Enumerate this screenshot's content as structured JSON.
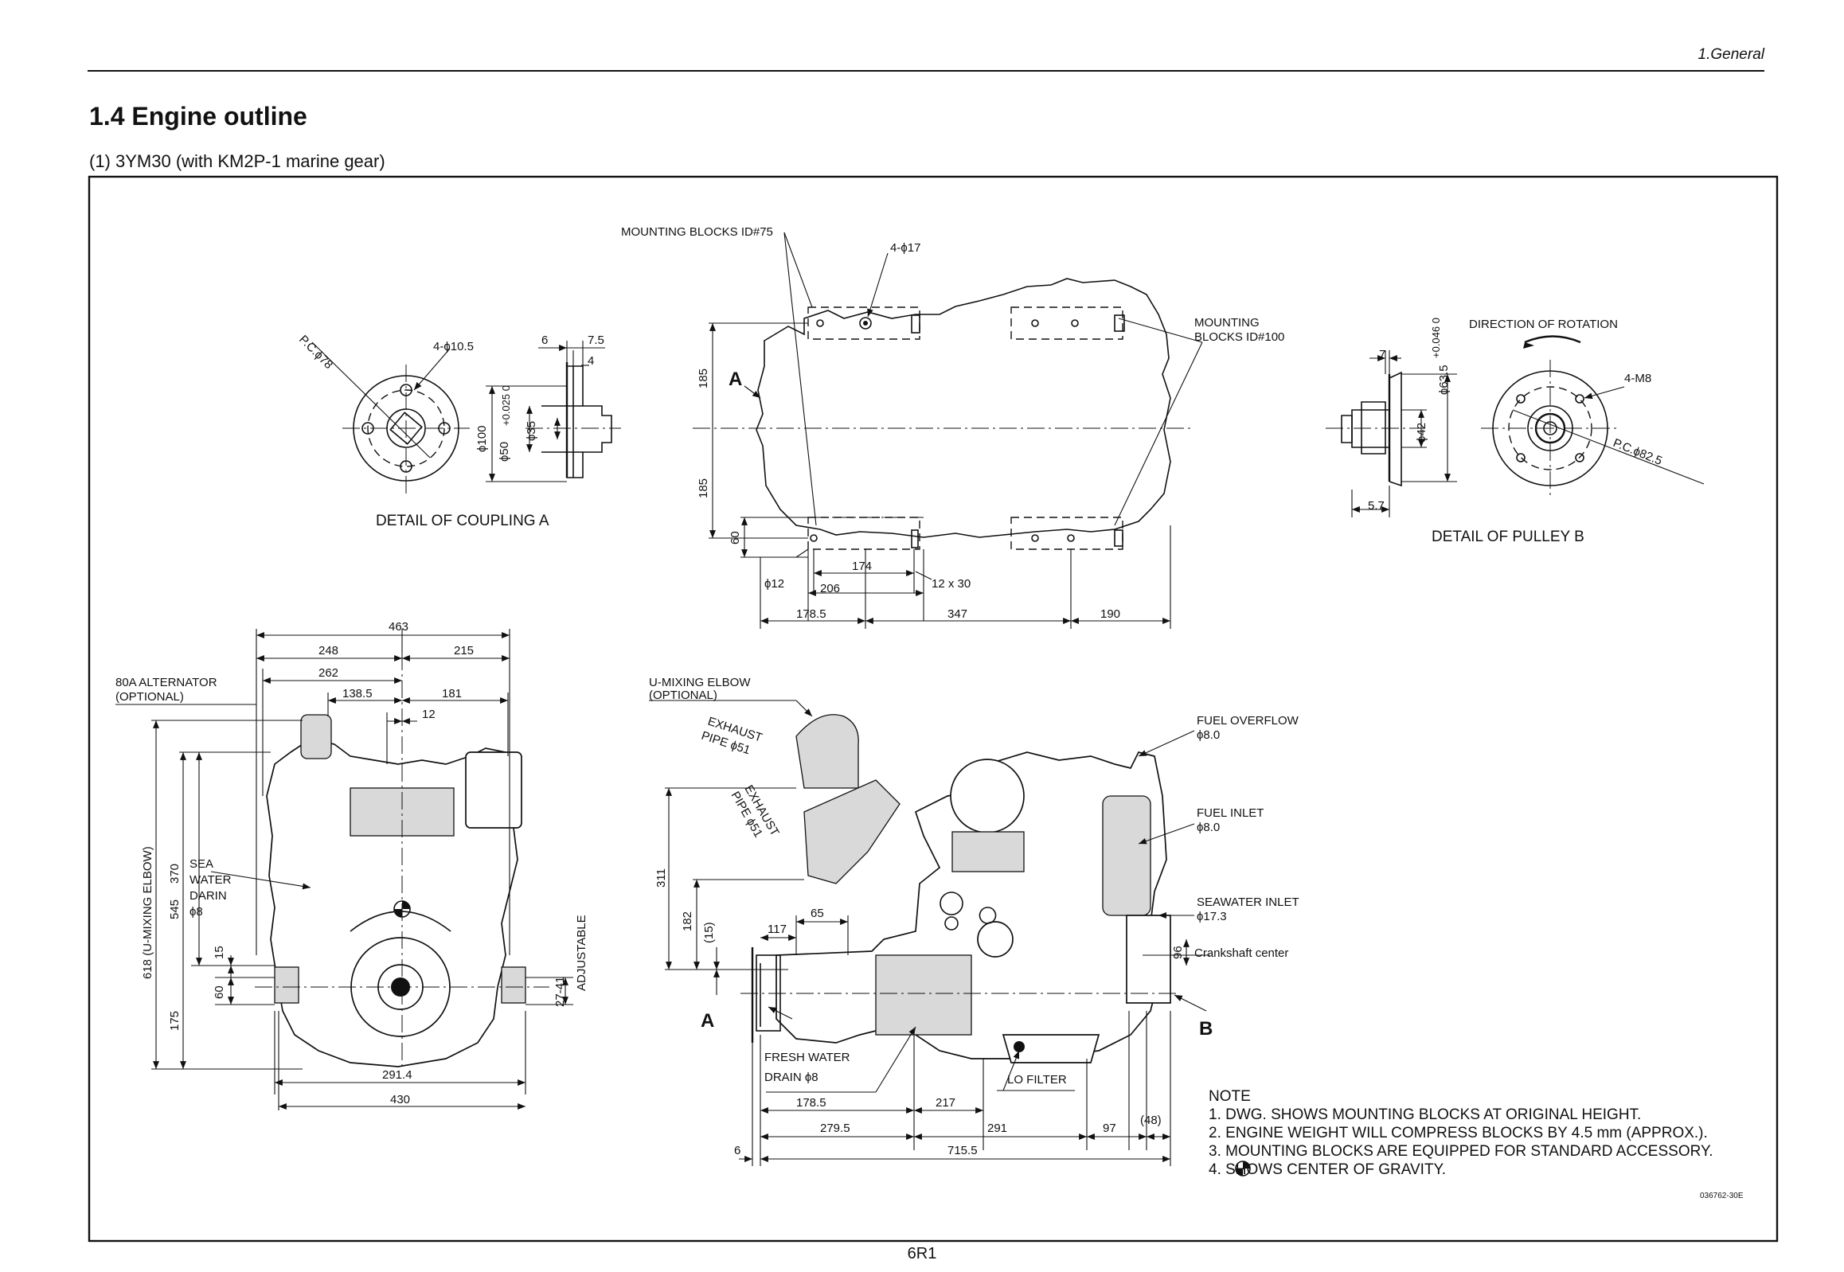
{
  "header": {
    "section": "1.General"
  },
  "page": {
    "title": "1.4 Engine outline",
    "subtitle": "(1)  3YM30 (with KM2P-1 marine gear)",
    "footer": "6R1"
  },
  "coupling_detail": {
    "caption": "DETAIL OF COUPLING A",
    "pcd": "P.C.ϕ78",
    "holes": "4-ϕ10.5",
    "d6": "6",
    "d75": "7.5",
    "d4": "4",
    "d100": "ϕ100",
    "d50": "ϕ50",
    "tol": "+0.025\n0",
    "d35": "ϕ35"
  },
  "plan_view": {
    "mb75": "MOUNTING BLOCKS ID#75",
    "holes17": "4-ϕ17",
    "mb100": "MOUNTING\nBLOCKS ID#100",
    "a": "A",
    "h185a": "185",
    "h185b": "185",
    "h60": "60",
    "d12": "ϕ12",
    "d174": "174",
    "d206": "206",
    "slot": "12 x 30",
    "d1785": "178.5",
    "d347": "347",
    "d190": "190"
  },
  "pulley_detail": {
    "caption": "DETAIL OF PULLEY B",
    "rotation": "DIRECTION OF ROTATION",
    "m8": "4-M8",
    "pcd": "P.C.ϕ82.5",
    "d7": "7",
    "d635": "ϕ63.5",
    "tol": "+0.046\n0",
    "d42": "ϕ42",
    "d57": "5.7"
  },
  "front_view": {
    "alt": "80A ALTERNATOR\n(OPTIONAL)",
    "drain": "SEA\nWATER\nDARIN\nϕ8",
    "d463": "463",
    "d248": "248",
    "d215": "215",
    "d262": "262",
    "d1385": "138.5",
    "d181": "181",
    "d12": "12",
    "v618": "618 (U-MIXING ELBOW)",
    "v545": "545",
    "v370": "370",
    "v175": "175",
    "v15": "15",
    "v60": "60",
    "v2741": "27-41",
    "adj": "ADJUSTABLE",
    "d2914": "291.4",
    "d430": "430"
  },
  "side_view": {
    "elbow": "U-MIXING ELBOW\n(OPTIONAL)",
    "exh1": "EXHAUST\nPIPE ϕ51",
    "exh2": "EXHAUST\nPIPE ϕ51",
    "v311": "311",
    "v182": "182",
    "v15": "(15)",
    "d117": "117",
    "d65": "65",
    "fuel_over": "FUEL OVERFLOW\nϕ8.0",
    "fuel_in": "FUEL INLET\nϕ8.0",
    "sea_in": "SEAWATER INLET\nϕ17.3",
    "v96": "96",
    "crank": "Crankshaft center",
    "a": "A",
    "b": "B",
    "fw_drain": "FRESH WATER\nDRAIN ϕ8",
    "lo": "LO FILTER",
    "d1785": "178.5",
    "d217": "217",
    "d2795": "279.5",
    "d291": "291",
    "d97": "97",
    "d48": "(48)",
    "d6": "6",
    "d7155": "715.5"
  },
  "notes": {
    "title": "NOTE",
    "n1": "1. DWG. SHOWS MOUNTING BLOCKS AT ORIGINAL HEIGHT.",
    "n2": "2. ENGINE WEIGHT WILL COMPRESS BLOCKS BY 4.5 mm (APPROX.).",
    "n3": "3. MOUNTING BLOCKS ARE EQUIPPED FOR STANDARD ACCESSORY.",
    "n4": "4.       SHOWS CENTER OF GRAVITY.",
    "dwg_no": "036762-30E"
  }
}
